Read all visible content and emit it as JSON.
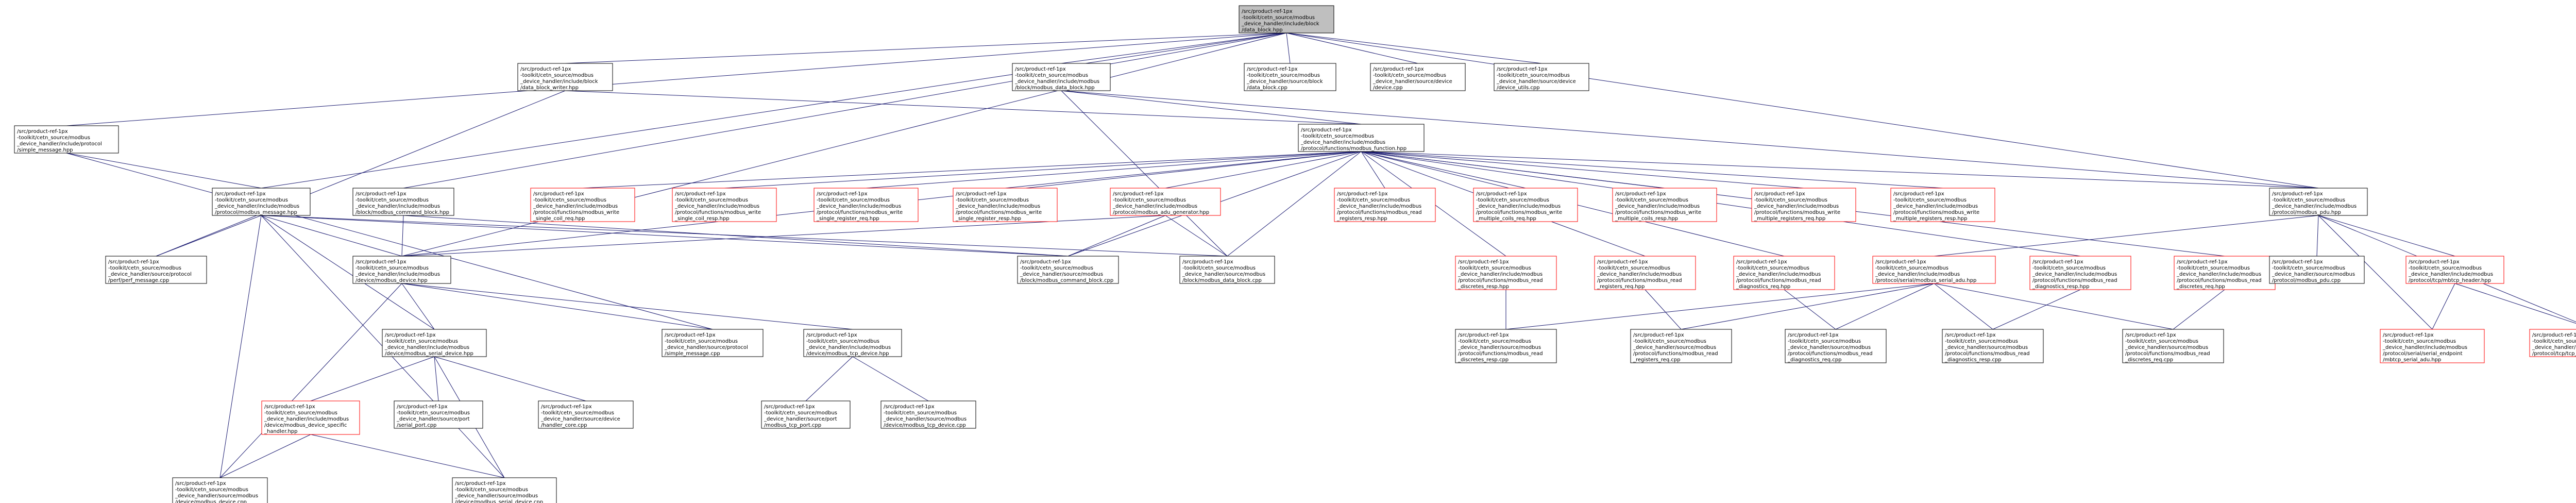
{
  "diagram": {
    "title": "",
    "nodes": [
      {
        "id": "root",
        "lines": [
          "/src/product-ref-1px",
          "-toolkit/cetn_source/modbus",
          "_device_handler/include/block",
          "/data_block.hpp"
        ],
        "style": "root"
      },
      {
        "id": "n1",
        "lines": [
          "/src/product-ref-1px",
          "-toolkit/cetn_source/modbus",
          "_device_handler/include/block",
          "/data_block_writer.hpp"
        ],
        "style": "normal"
      },
      {
        "id": "n2",
        "lines": [
          "/src/product-ref-1px",
          "-toolkit/cetn_source/modbus",
          "_device_handler/include/modbus",
          "/block/modbus_data_block.hpp"
        ],
        "style": "normal"
      },
      {
        "id": "n3",
        "lines": [
          "/src/product-ref-1px",
          "-toolkit/cetn_source/modbus",
          "_device_handler/source/block",
          "/data_block.cpp"
        ],
        "style": "normal"
      },
      {
        "id": "n4",
        "lines": [
          "/src/product-ref-1px",
          "-toolkit/cetn_source/modbus",
          "_device_handler/source/device",
          "/device.cpp"
        ],
        "style": "normal"
      },
      {
        "id": "n5",
        "lines": [
          "/src/product-ref-1px",
          "-toolkit/cetn_source/modbus",
          "_device_handler/source/device",
          "/device_utils.cpp"
        ],
        "style": "normal"
      },
      {
        "id": "n6",
        "lines": [
          "/src/product-ref-1px",
          "-toolkit/cetn_source/modbus",
          "_device_handler/include/protocol",
          "/simple_message.hpp"
        ],
        "style": "normal"
      },
      {
        "id": "n7",
        "lines": [
          "/src/product-ref-1px",
          "-toolkit/cetn_source/modbus",
          "_device_handler/include/modbus",
          "/protocol/functions/modbus_function.hpp"
        ],
        "style": "normal"
      },
      {
        "id": "n8",
        "lines": [
          "/src/product-ref-1px",
          "-toolkit/cetn_source/modbus",
          "_device_handler/include/modbus",
          "/protocol/modbus_message.hpp"
        ],
        "style": "normal"
      },
      {
        "id": "n9",
        "lines": [
          "/src/product-ref-1px",
          "-toolkit/cetn_source/modbus",
          "_device_handler/include/modbus",
          "/block/modbus_command_block.hpp"
        ],
        "style": "normal"
      },
      {
        "id": "n10",
        "lines": [
          "/src/product-ref-1px",
          "-toolkit/cetn_source/modbus",
          "_device_handler/include/modbus",
          "/protocol/functions/modbus_write",
          "_single_coil_req.hpp"
        ],
        "style": "red"
      },
      {
        "id": "n11",
        "lines": [
          "/src/product-ref-1px",
          "-toolkit/cetn_source/modbus",
          "_device_handler/include/modbus",
          "/protocol/functions/modbus_write",
          "_single_coil_resp.hpp"
        ],
        "style": "red"
      },
      {
        "id": "n12",
        "lines": [
          "/src/product-ref-1px",
          "-toolkit/cetn_source/modbus",
          "_device_handler/include/modbus",
          "/protocol/functions/modbus_write",
          "_single_register_req.hpp"
        ],
        "style": "red"
      },
      {
        "id": "n13",
        "lines": [
          "/src/product-ref-1px",
          "-toolkit/cetn_source/modbus",
          "_device_handler/include/modbus",
          "/protocol/functions/modbus_write",
          "_single_register_resp.hpp"
        ],
        "style": "red"
      },
      {
        "id": "n14",
        "lines": [
          "/src/product-ref-1px",
          "-toolkit/cetn_source/modbus",
          "_device_handler/include/modbus",
          "/protocol/modbus_adu_generator.hpp"
        ],
        "style": "red"
      },
      {
        "id": "n15",
        "lines": [
          "/src/product-ref-1px",
          "-toolkit/cetn_source/modbus",
          "_device_handler/include/modbus",
          "/protocol/functions/modbus_read",
          "_registers_resp.hpp"
        ],
        "style": "red"
      },
      {
        "id": "n16",
        "lines": [
          "/src/product-ref-1px",
          "-toolkit/cetn_source/modbus",
          "_device_handler/include/modbus",
          "/protocol/functions/modbus_write",
          "_multiple_coils_req.hpp"
        ],
        "style": "red"
      },
      {
        "id": "n17",
        "lines": [
          "/src/product-ref-1px",
          "-toolkit/cetn_source/modbus",
          "_device_handler/include/modbus",
          "/protocol/functions/modbus_write",
          "_multiple_coils_resp.hpp"
        ],
        "style": "red"
      },
      {
        "id": "n18",
        "lines": [
          "/src/product-ref-1px",
          "-toolkit/cetn_source/modbus",
          "_device_handler/include/modbus",
          "/protocol/functions/modbus_write",
          "_multiple_registers_req.hpp"
        ],
        "style": "red"
      },
      {
        "id": "n19",
        "lines": [
          "/src/product-ref-1px",
          "-toolkit/cetn_source/modbus",
          "_device_handler/include/modbus",
          "/protocol/functions/modbus_write",
          "_multiple_registers_resp.hpp"
        ],
        "style": "red"
      },
      {
        "id": "n20",
        "lines": [
          "/src/product-ref-1px",
          "-toolkit/cetn_source/modbus",
          "_device_handler/include/modbus",
          "/protocol/modbus_pdu.hpp"
        ],
        "style": "normal"
      },
      {
        "id": "n21",
        "lines": [
          "/src/product-ref-1px",
          "-toolkit/cetn_source/modbus",
          "_device_handler/source/protocol",
          "/perf/perf_message.cpp"
        ],
        "style": "normal"
      },
      {
        "id": "n22",
        "lines": [
          "/src/product-ref-1px",
          "-toolkit/cetn_source/modbus",
          "_device_handler/include/modbus",
          "/device/modbus_device.hpp"
        ],
        "style": "normal"
      },
      {
        "id": "n23",
        "lines": [
          "/src/product-ref-1px",
          "-toolkit/cetn_source/modbus",
          "_device_handler/source/modbus",
          "/block/modbus_command_block.cpp"
        ],
        "style": "normal"
      },
      {
        "id": "n24",
        "lines": [
          "/src/product-ref-1px",
          "-toolkit/cetn_source/modbus",
          "_device_handler/source/modbus",
          "/block/modbus_data_block.cpp"
        ],
        "style": "normal"
      },
      {
        "id": "n25",
        "lines": [
          "/src/product-ref-1px",
          "-toolkit/cetn_source/modbus",
          "_device_handler/include/modbus",
          "/protocol/functions/modbus_read",
          "_discretes_resp.hpp"
        ],
        "style": "red"
      },
      {
        "id": "n26",
        "lines": [
          "/src/product-ref-1px",
          "-toolkit/cetn_source/modbus",
          "_device_handler/include/modbus",
          "/protocol/functions/modbus_read",
          "_registers_req.hpp"
        ],
        "style": "red"
      },
      {
        "id": "n27",
        "lines": [
          "/src/product-ref-1px",
          "-toolkit/cetn_source/modbus",
          "_device_handler/include/modbus",
          "/protocol/functions/modbus_read",
          "_diagnostics_req.hpp"
        ],
        "style": "red"
      },
      {
        "id": "n28",
        "lines": [
          "/src/product-ref-1px",
          "-toolkit/cetn_source/modbus",
          "_device_handler/include/modbus",
          "/protocol/serial/modbus_serial_adu.hpp"
        ],
        "style": "red"
      },
      {
        "id": "n29",
        "lines": [
          "/src/product-ref-1px",
          "-toolkit/cetn_source/modbus",
          "_device_handler/include/modbus",
          "/protocol/functions/modbus_read",
          "_diagnostics_resp.hpp"
        ],
        "style": "red"
      },
      {
        "id": "n30",
        "lines": [
          "/src/product-ref-1px",
          "-toolkit/cetn_source/modbus",
          "_device_handler/include/modbus",
          "/protocol/functions/modbus_read",
          "_discretes_req.hpp"
        ],
        "style": "red"
      },
      {
        "id": "n31",
        "lines": [
          "/src/product-ref-1px",
          "-toolkit/cetn_source/modbus",
          "_device_handler/source/modbus",
          "/protocol/modbus_pdu.cpp"
        ],
        "style": "normal"
      },
      {
        "id": "n32",
        "lines": [
          "/src/product-ref-1px",
          "-toolkit/cetn_source/modbus",
          "_device_handler/include/modbus",
          "/protocol/tcp/mbtcp_header.hpp"
        ],
        "style": "red"
      },
      {
        "id": "n33",
        "lines": [
          "/src/product-ref-1px",
          "-toolkit/cetn_source/modbus",
          "_device_handler/include/modbus",
          "/device/modbus_serial_device.hpp"
        ],
        "style": "normal"
      },
      {
        "id": "n34",
        "lines": [
          "/src/product-ref-1px",
          "-toolkit/cetn_source/modbus",
          "_device_handler/source/protocol",
          "/simple_message.cpp"
        ],
        "style": "normal"
      },
      {
        "id": "n35",
        "lines": [
          "/src/product-ref-1px",
          "-toolkit/cetn_source/modbus",
          "_device_handler/include/modbus",
          "/device/modbus_tcp_device.hpp"
        ],
        "style": "normal"
      },
      {
        "id": "n36",
        "lines": [
          "/src/product-ref-1px",
          "-toolkit/cetn_source/modbus",
          "_device_handler/source/modbus",
          "/protocol/functions/modbus_read",
          "_discretes_resp.cpp"
        ],
        "style": "normal"
      },
      {
        "id": "n37",
        "lines": [
          "/src/product-ref-1px",
          "-toolkit/cetn_source/modbus",
          "_device_handler/source/modbus",
          "/protocol/functions/modbus_read",
          "_registers_req.cpp"
        ],
        "style": "normal"
      },
      {
        "id": "n38",
        "lines": [
          "/src/product-ref-1px",
          "-toolkit/cetn_source/modbus",
          "_device_handler/source/modbus",
          "/protocol/functions/modbus_read",
          "_diagnostics_req.cpp"
        ],
        "style": "normal"
      },
      {
        "id": "n39",
        "lines": [
          "/src/product-ref-1px",
          "-toolkit/cetn_source/modbus",
          "_device_handler/source/modbus",
          "/protocol/functions/modbus_read",
          "_diagnostics_resp.cpp"
        ],
        "style": "normal"
      },
      {
        "id": "n40",
        "lines": [
          "/src/product-ref-1px",
          "-toolkit/cetn_source/modbus",
          "_device_handler/source/modbus",
          "/protocol/functions/modbus_read",
          "_discretes_req.cpp"
        ],
        "style": "normal"
      },
      {
        "id": "n41",
        "lines": [
          "/src/product-ref-1px",
          "-toolkit/cetn_source/modbus",
          "_device_handler/include/modbus",
          "/protocol/serial/serial_endpoint",
          "/mbtcp_serial_adu.hpp"
        ],
        "style": "red"
      },
      {
        "id": "n42",
        "lines": [
          "/src/product-ref-1px",
          "-toolkit/cetn_source/modbus",
          "_device_handler/include/modbus",
          "/protocol/tcp/tcp_endpoint/mbtcp_adu.hpp"
        ],
        "style": "red"
      },
      {
        "id": "n43",
        "lines": [
          "/src/product-ref-1px",
          "-toolkit/cetn_source/modbus",
          "_device_handler/include/modbus",
          "/device/modbus_device_specific",
          "_handler.hpp"
        ],
        "style": "red"
      },
      {
        "id": "n44",
        "lines": [
          "/src/product-ref-1px",
          "-toolkit/cetn_source/modbus",
          "_device_handler/source/port",
          "/serial_port.cpp"
        ],
        "style": "normal"
      },
      {
        "id": "n45",
        "lines": [
          "/src/product-ref-1px",
          "-toolkit/cetn_source/modbus",
          "_device_handler/source/device",
          "/handler_core.cpp"
        ],
        "style": "normal"
      },
      {
        "id": "n46",
        "lines": [
          "/src/product-ref-1px",
          "-toolkit/cetn_source/modbus",
          "_device_handler/source/port",
          "/modbus_tcp_port.cpp"
        ],
        "style": "normal"
      },
      {
        "id": "n47",
        "lines": [
          "/src/product-ref-1px",
          "-toolkit/cetn_source/modbus",
          "_device_handler/source/modbus",
          "/device/modbus_tcp_device.cpp"
        ],
        "style": "normal"
      },
      {
        "id": "n48",
        "lines": [
          "/src/product-ref-1px",
          "-toolkit/cetn_source/modbus",
          "_device_handler/source/modbus",
          "/device/modbus_device.cpp"
        ],
        "style": "normal"
      },
      {
        "id": "n49",
        "lines": [
          "/src/product-ref-1px",
          "-toolkit/cetn_source/modbus",
          "_device_handler/source/modbus",
          "/device/modbus_serial_device.cpp"
        ],
        "style": "normal"
      }
    ],
    "edges": [
      [
        "root",
        "n1"
      ],
      [
        "root",
        "n2"
      ],
      [
        "root",
        "n3"
      ],
      [
        "root",
        "n4"
      ],
      [
        "root",
        "n5"
      ],
      [
        "root",
        "n6"
      ],
      [
        "root",
        "n8"
      ],
      [
        "root",
        "n9"
      ],
      [
        "root",
        "n20"
      ],
      [
        "root",
        "n22"
      ],
      [
        "n1",
        "n7"
      ],
      [
        "n1",
        "n21"
      ],
      [
        "n2",
        "n7"
      ],
      [
        "n2",
        "n24"
      ],
      [
        "n2",
        "n20"
      ],
      [
        "n6",
        "n8"
      ],
      [
        "n6",
        "n34"
      ],
      [
        "n7",
        "n10"
      ],
      [
        "n7",
        "n11"
      ],
      [
        "n7",
        "n12"
      ],
      [
        "n7",
        "n13"
      ],
      [
        "n7",
        "n14"
      ],
      [
        "n7",
        "n15"
      ],
      [
        "n7",
        "n16"
      ],
      [
        "n7",
        "n17"
      ],
      [
        "n7",
        "n18"
      ],
      [
        "n7",
        "n19"
      ],
      [
        "n7",
        "n20"
      ],
      [
        "n7",
        "n25"
      ],
      [
        "n7",
        "n26"
      ],
      [
        "n7",
        "n27"
      ],
      [
        "n7",
        "n29"
      ],
      [
        "n7",
        "n30"
      ],
      [
        "n7",
        "n23"
      ],
      [
        "n7",
        "n24"
      ],
      [
        "n7",
        "n22"
      ],
      [
        "n8",
        "n21"
      ],
      [
        "n8",
        "n22"
      ],
      [
        "n8",
        "n23"
      ],
      [
        "n8",
        "n24"
      ],
      [
        "n8",
        "n48"
      ],
      [
        "n8",
        "n49"
      ],
      [
        "n8",
        "n33"
      ],
      [
        "n9",
        "n22"
      ],
      [
        "n9",
        "n23"
      ],
      [
        "n14",
        "n23"
      ],
      [
        "n14",
        "n24"
      ],
      [
        "n14",
        "n22"
      ],
      [
        "n20",
        "n31"
      ],
      [
        "n20",
        "n28"
      ],
      [
        "n20",
        "n32"
      ],
      [
        "n20",
        "n41"
      ],
      [
        "n20",
        "n42"
      ],
      [
        "n22",
        "n33"
      ],
      [
        "n22",
        "n35"
      ],
      [
        "n22",
        "n34"
      ],
      [
        "n22",
        "n48"
      ],
      [
        "n25",
        "n36"
      ],
      [
        "n26",
        "n37"
      ],
      [
        "n27",
        "n38"
      ],
      [
        "n28",
        "n36"
      ],
      [
        "n28",
        "n37"
      ],
      [
        "n28",
        "n38"
      ],
      [
        "n28",
        "n39"
      ],
      [
        "n28",
        "n40"
      ],
      [
        "n29",
        "n39"
      ],
      [
        "n30",
        "n40"
      ],
      [
        "n32",
        "n41"
      ],
      [
        "n32",
        "n42"
      ],
      [
        "n33",
        "n43"
      ],
      [
        "n33",
        "n44"
      ],
      [
        "n33",
        "n45"
      ],
      [
        "n33",
        "n49"
      ],
      [
        "n35",
        "n46"
      ],
      [
        "n35",
        "n47"
      ],
      [
        "n43",
        "n48"
      ],
      [
        "n43",
        "n49"
      ]
    ]
  }
}
